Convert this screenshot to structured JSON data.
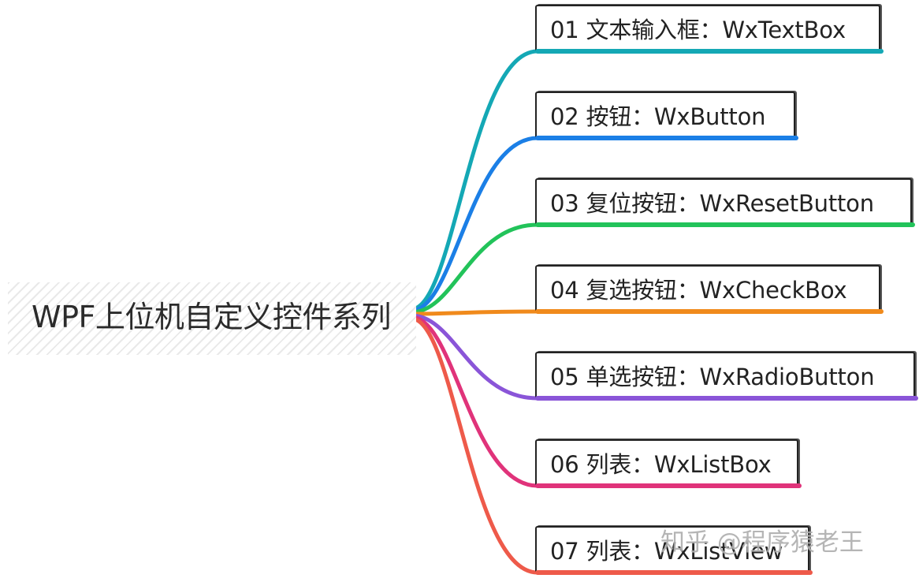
{
  "root": {
    "label": "WPF上位机自定义控件系列"
  },
  "branches": [
    {
      "label": "01 文本输入框：WxTextBox",
      "color": "#14a8b5"
    },
    {
      "label": "02 按钮：WxButton",
      "color": "#1b7fe6"
    },
    {
      "label": "03 复位按钮：WxResetButton",
      "color": "#22c35a"
    },
    {
      "label": "04 复选按钮：WxCheckBox",
      "color": "#f08a1c"
    },
    {
      "label": "05 单选按钮：WxRadioButton",
      "color": "#8a55d8"
    },
    {
      "label": "06 列表：WxListBox",
      "color": "#e0337a"
    },
    {
      "label": "07 列表：WxListView",
      "color": "#ee5a4a"
    }
  ],
  "watermark": "知乎 @程序猿老王"
}
